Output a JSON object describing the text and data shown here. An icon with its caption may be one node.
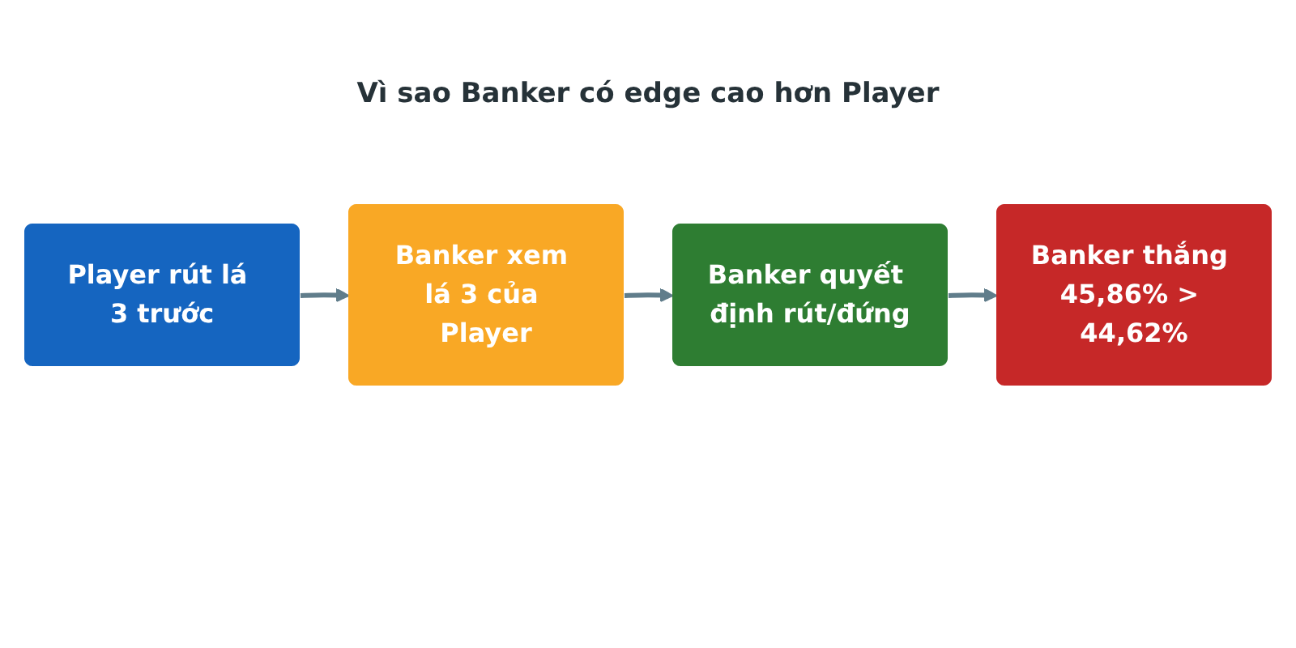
{
  "diagram": {
    "title": "Vì sao Banker có edge cao hơn Player",
    "nodes": [
      {
        "text": [
          "Player rút lá 3 trước"
        ]
      },
      {
        "text": [
          "Banker xem lá 3 của Player"
        ]
      },
      {
        "text": [
          "Banker quyết định rút/đứng"
        ]
      },
      {
        "text": [
          "Banker thắng 45,86% > 44,62%"
        ]
      }
    ],
    "edges": [
      {
        "from": 0,
        "to": 1,
        "arrow": "to"
      },
      {
        "from": 1,
        "to": 2,
        "arrow": "to"
      },
      {
        "from": 2,
        "to": 3,
        "arrow": "to"
      }
    ]
  }
}
